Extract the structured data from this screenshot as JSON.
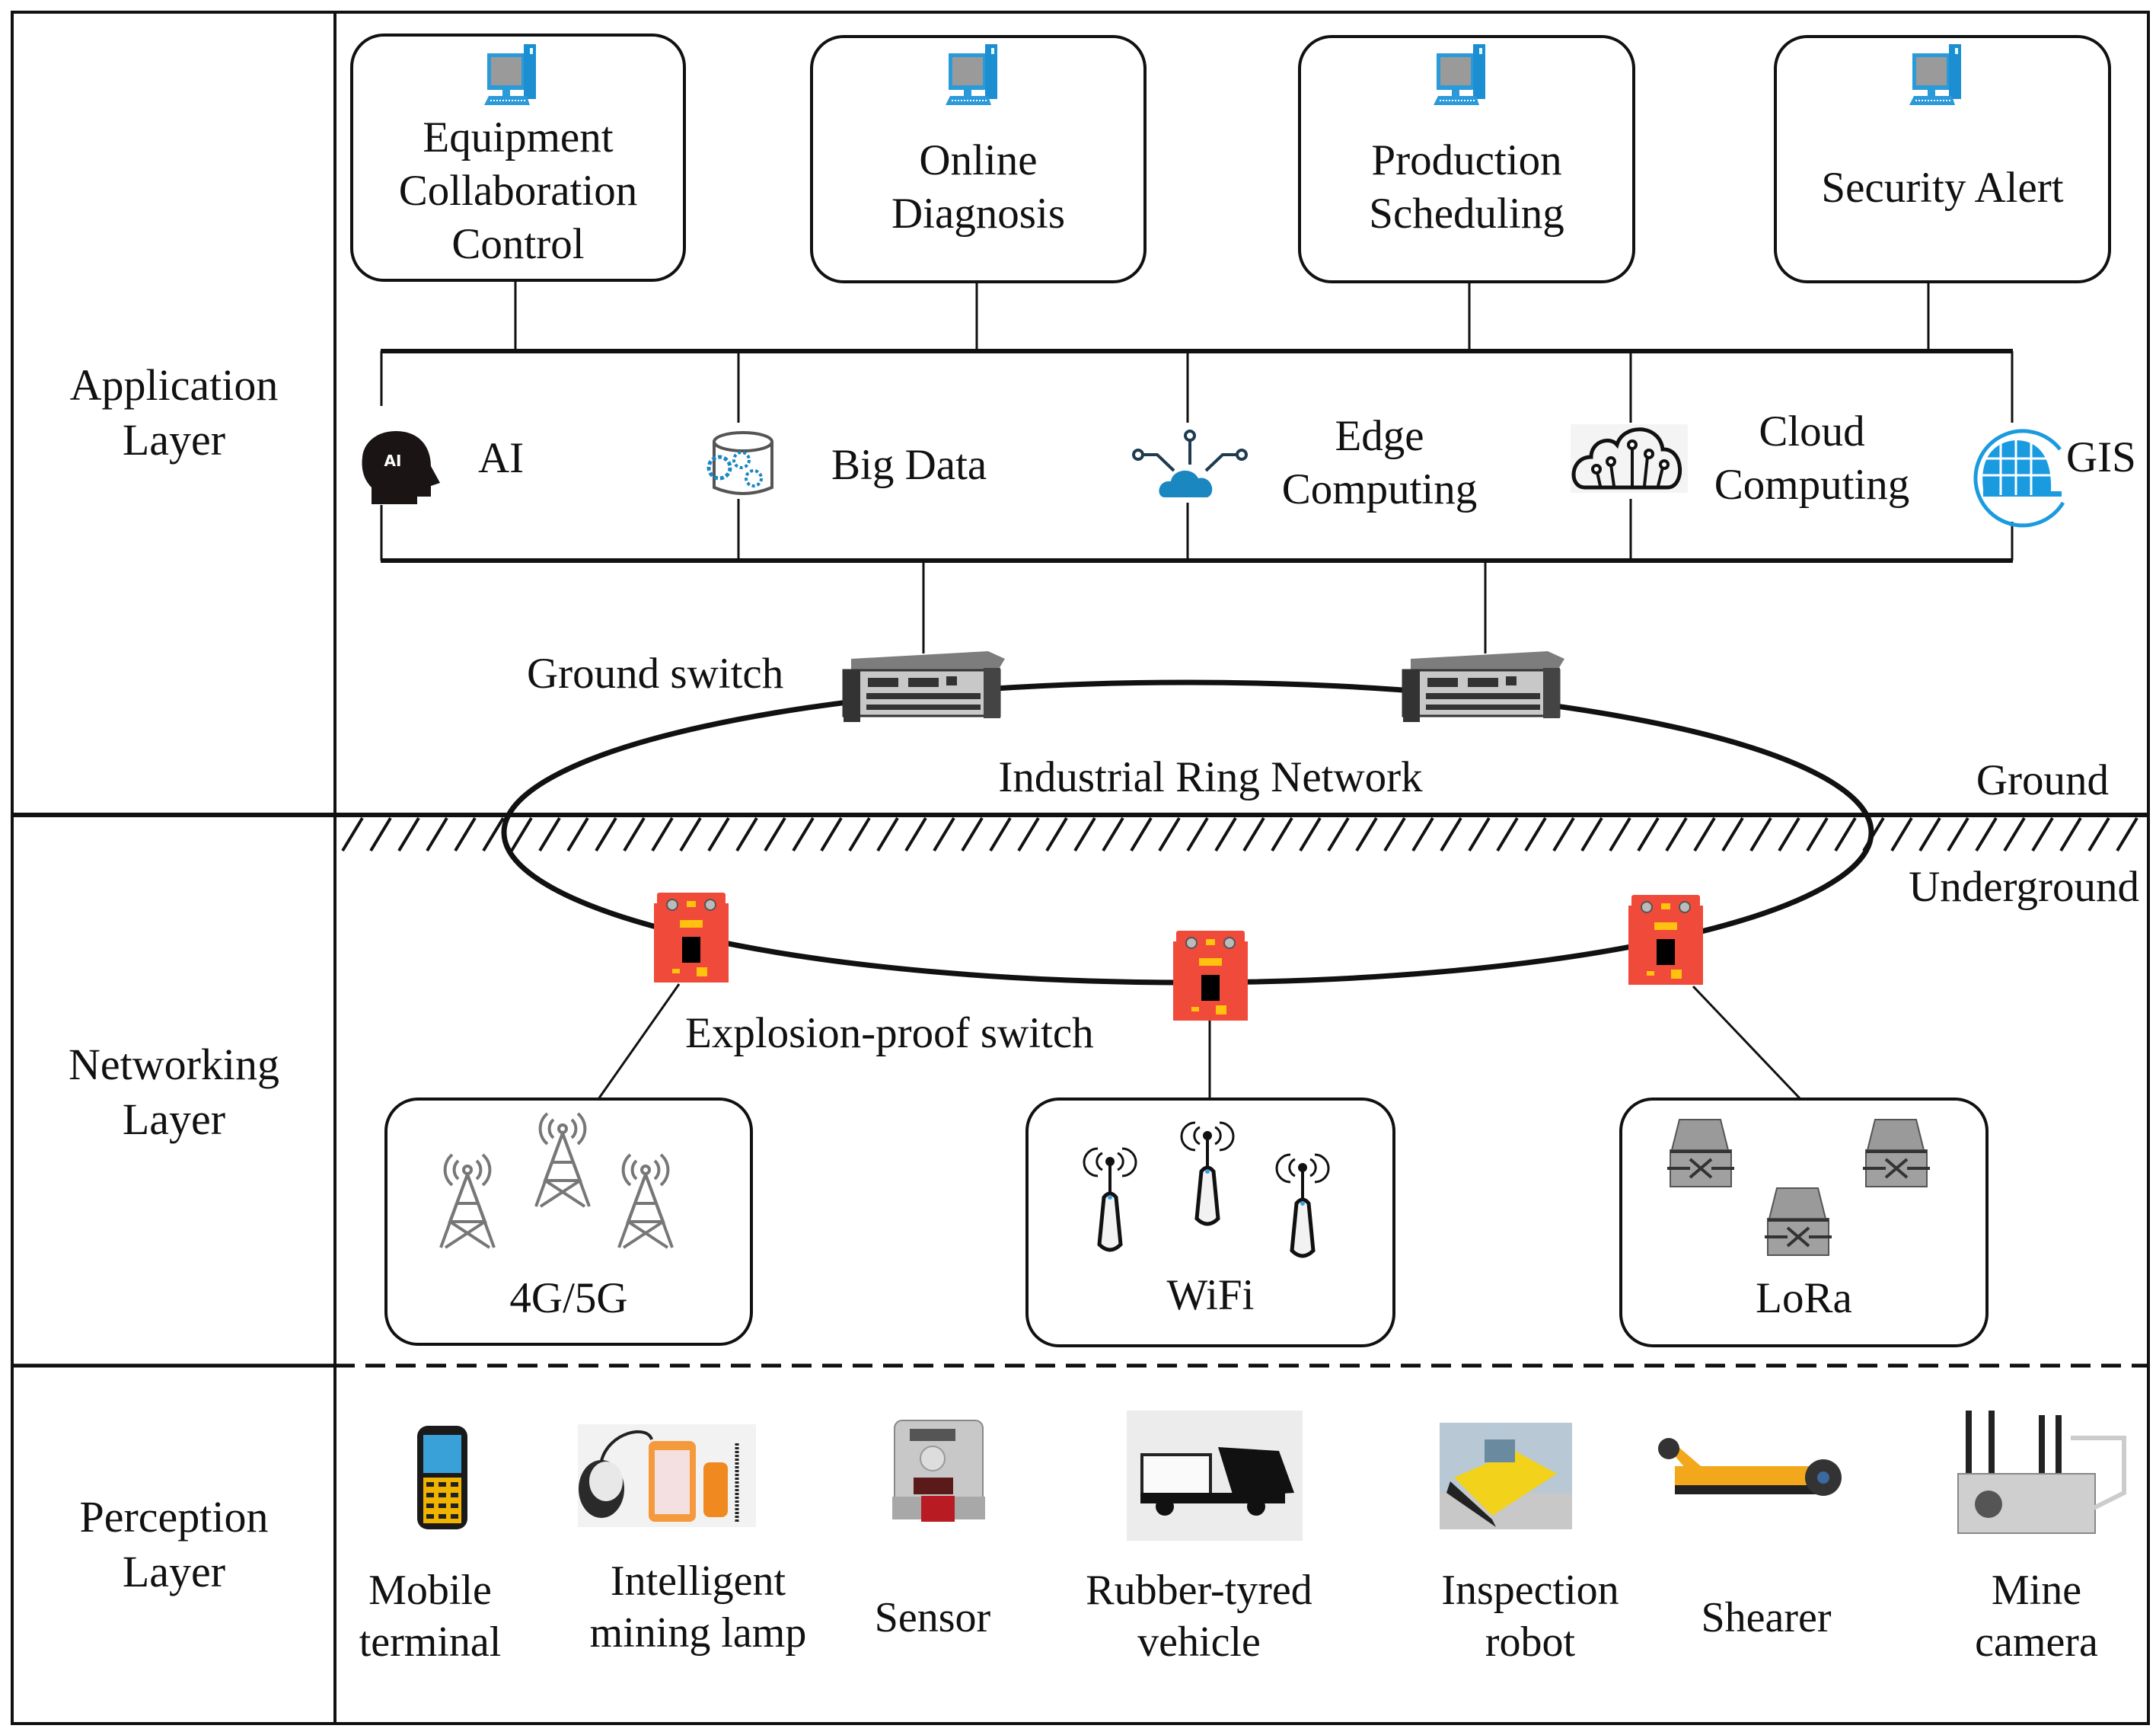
{
  "layers": {
    "application": "Application\nLayer",
    "networking": "Networking\nLayer",
    "perception": "Perception\nLayer"
  },
  "applications": [
    {
      "label": "Equipment\nCollaboration\nControl",
      "icon": "computer-icon"
    },
    {
      "label": "Online\nDiagnosis",
      "icon": "computer-icon"
    },
    {
      "label": "Production\nScheduling",
      "icon": "computer-icon"
    },
    {
      "label": "Security Alert",
      "icon": "computer-icon"
    }
  ],
  "technologies": [
    {
      "label": "AI",
      "icon": "ai-head-icon"
    },
    {
      "label": "Big Data",
      "icon": "big-data-icon"
    },
    {
      "label": "Edge\nComputing",
      "icon": "edge-computing-icon"
    },
    {
      "label": "Cloud\nComputing",
      "icon": "cloud-computing-icon"
    },
    {
      "label": "GIS",
      "icon": "globe-icon"
    }
  ],
  "network": {
    "ground_switch_label": "Ground switch",
    "ring_label": "Industrial Ring Network",
    "ground_label": "Ground",
    "underground_label": "Underground",
    "explosion_switch_label": "Explosion-proof switch",
    "access": [
      {
        "label": "4G/5G",
        "icon": "cell-tower-icon"
      },
      {
        "label": "WiFi",
        "icon": "wifi-antenna-icon"
      },
      {
        "label": "LoRa",
        "icon": "lora-gateway-icon"
      }
    ]
  },
  "perception": [
    {
      "label": "Mobile\nterminal",
      "icon": "mobile-terminal-image"
    },
    {
      "label": "Intelligent\nmining lamp",
      "icon": "mining-lamp-image"
    },
    {
      "label": "Sensor",
      "icon": "sensor-image"
    },
    {
      "label": "Rubber-tyred\nvehicle",
      "icon": "vehicle-image"
    },
    {
      "label": "Inspection\nrobot",
      "icon": "robot-image"
    },
    {
      "label": "Shearer",
      "icon": "shearer-image"
    },
    {
      "label": "Mine\ncamera",
      "icon": "camera-image"
    }
  ],
  "colors": {
    "line": "#111111",
    "icon_blue": "#1a9be0",
    "edge_cloud": "#1a87c0",
    "switch_red": "#f04a3a",
    "switch_yellow": "#ffc20e",
    "tower_gray": "#777777"
  }
}
